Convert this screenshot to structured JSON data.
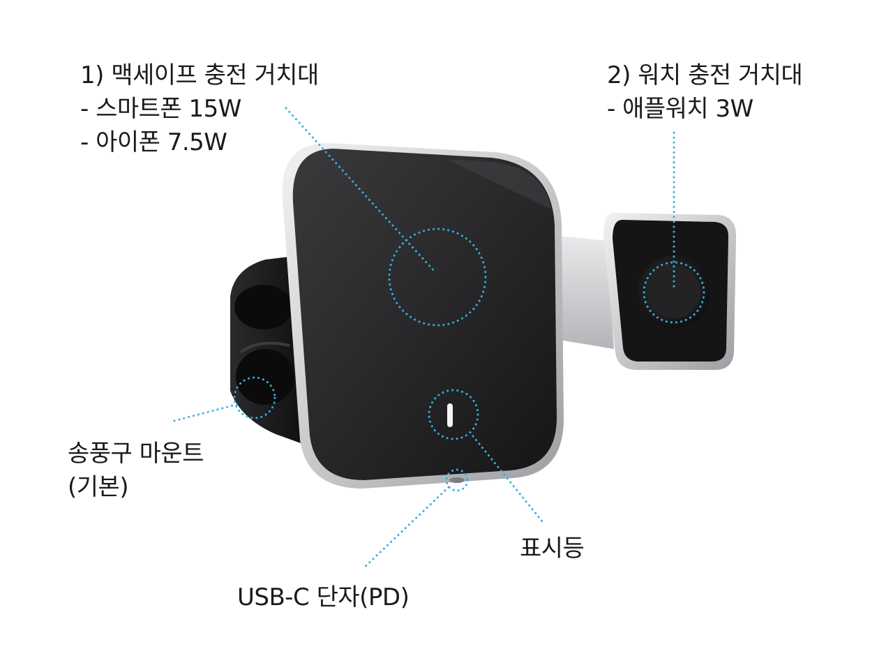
{
  "labels": {
    "magsafe": {
      "title": "1) 맥세이프 충전 거치대",
      "line1": "- 스마트폰 15W",
      "line2": "- 아이폰 7.5W"
    },
    "watch": {
      "title": "2) 워치 충전 거치대",
      "line1": "- 애플워치 3W"
    },
    "vent_mount": {
      "line1": "송풍구 마운트",
      "line2": "(기본)"
    },
    "indicator": "표시등",
    "usb_port": "USB-C 단자(PD)"
  },
  "colors": {
    "callout": "#39aee0",
    "frame": "#d2d3d5",
    "pad": "#1c1c1e",
    "text": "#1a1a1a"
  }
}
